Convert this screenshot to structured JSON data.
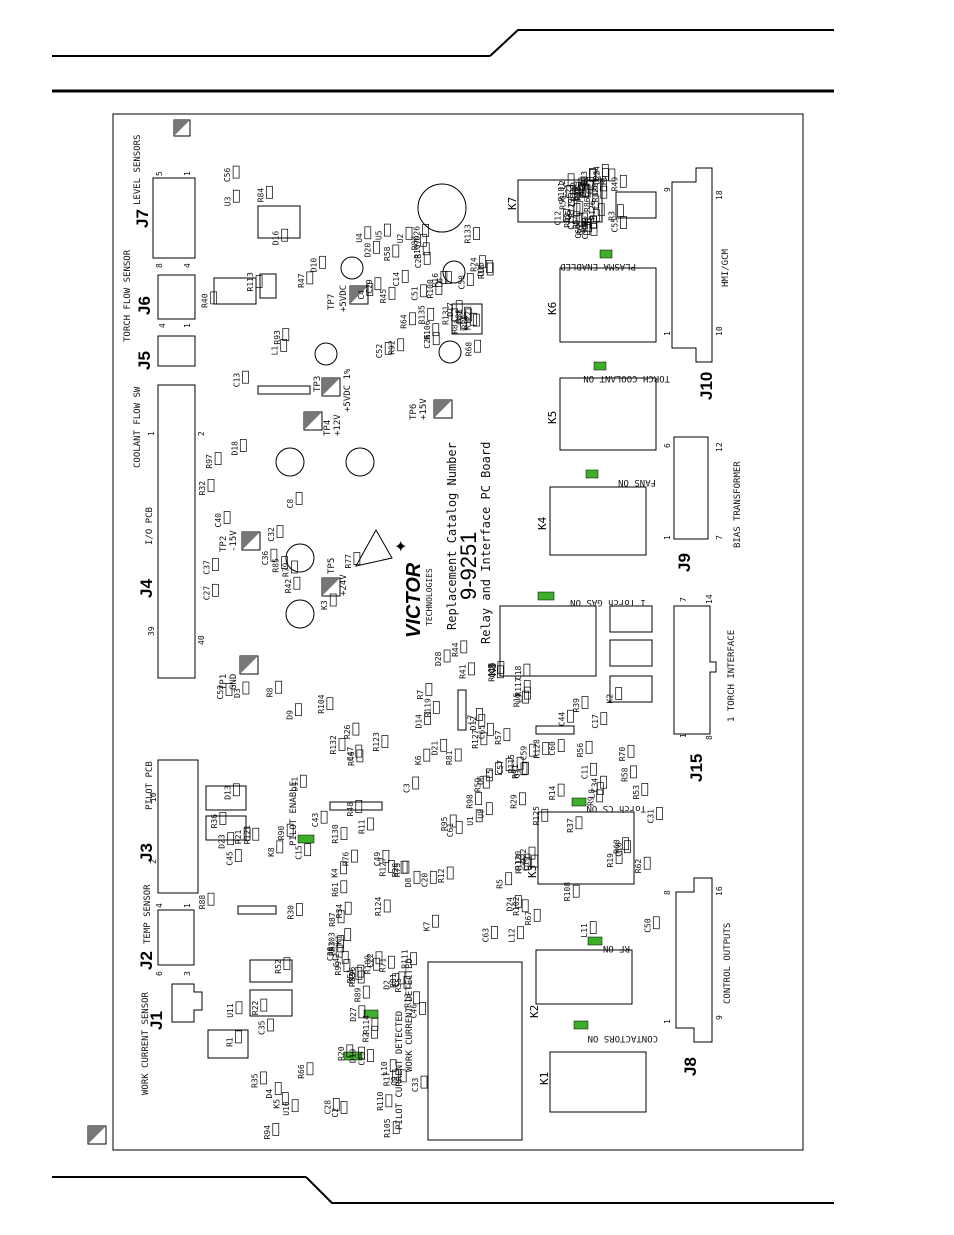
{
  "board": {
    "catalog_line1": "Replacement Catalog Number",
    "catalog_number": "9-9251",
    "catalog_line3": "Relay and Interface PC Board",
    "brand": "VICTOR",
    "brand_sub": "TECHNOLOGIES"
  },
  "connectors": {
    "j1": "J1",
    "j2": "J2",
    "j3": "J3",
    "j4": "J4",
    "j5": "J5",
    "j6": "J6",
    "j7": "J7",
    "j8": "J8",
    "j9": "J9",
    "j10": "J10",
    "j15": "J15"
  },
  "labels": {
    "work_current_sensor": "WORK CURRENT SENSOR",
    "temp_sensor": "TEMP SENSOR",
    "pilot_pcb": "PILOT PCB",
    "io_pcb": "I/O PCB",
    "coolant_flow_sw": "COOLANT FLOW SW",
    "torch_flow_sensor": "TORCH FLOW SENSOR",
    "level_sensors": "LEVEL SENSORS",
    "hmi_gcm": "HMI/GCM",
    "bias_transformer": "BIAS TRANSFORMER",
    "torch_interface": "1 TORCH INTERFACE",
    "control_outputs": "CONTROL OUTPUTS",
    "plasma_enabled": "PLASMA ENABLED",
    "torch_coolant_on": "TORCH COOLANT ON",
    "fans_on": "FANS ON",
    "torch_gas_on": "1 Torch GAS ON",
    "torch_cs_on": "Torch CS ON",
    "rf_on": "RF ON",
    "contactors_on": "CONTACTORS ON",
    "pilot_enable": "PILOT ENABLE",
    "pilot_current_detected": "PILOT CURRENT DETECTED",
    "work_current_detected": "WORK CURRENT DETECTED"
  },
  "testpoints": {
    "tp1": "TP1",
    "tp1_sig": "GND",
    "tp2": "TP2",
    "tp2_sig": "-15V",
    "tp3": "TP3",
    "tp3_sig": "+5VDC 1%",
    "tp4": "TP4",
    "tp4_sig": "+12V",
    "tp5": "TP5",
    "tp5_sig": "+24V",
    "tp6": "TP6",
    "tp6_sig": "+15V",
    "tp7": "TP7",
    "tp7_sig": "+5VDC"
  },
  "relays": {
    "k1": "K1",
    "k2": "K2",
    "k3": "K3",
    "k4": "K4",
    "k5": "K5",
    "k6": "K6",
    "k7": "K7",
    "k8": "K8"
  },
  "pins": {
    "j4_1": "1",
    "j4_2": "2",
    "j4_39": "39",
    "j4_40": "40",
    "j10_9": "9",
    "j10_18": "18",
    "j10_1": "1",
    "j10_10": "10",
    "j9_6": "6",
    "j9_12": "12",
    "j9_1": "1",
    "j9_7": "7",
    "j15_7": "7",
    "j15_14": "14",
    "j15_1": "1",
    "j15_8": "8",
    "j8_8": "8",
    "j8_16": "16",
    "j8_1": "1",
    "j8_9": "9",
    "j3_10": "10",
    "j3_2": "2",
    "j7_5": "5",
    "j7_1": "1",
    "j7_8": "8",
    "j7_4": "4",
    "j6_4": "4",
    "j6_1": "1",
    "j2_4": "4",
    "j2_1": "1",
    "j2_6": "6",
    "j2_3": "3"
  },
  "components": [
    "R85",
    "D13",
    "C51",
    "K7",
    "L8",
    "D19",
    "D25",
    "R93",
    "C47",
    "R100",
    "D28",
    "C50",
    "R99",
    "R49",
    "C36",
    "R48",
    "C52",
    "L7",
    "C11",
    "R20",
    "R25",
    "R36",
    "R35",
    "C23",
    "L5",
    "C16",
    "R34",
    "R23",
    "R97",
    "R96",
    "R18",
    "R98",
    "R108",
    "R109",
    "U9",
    "D10",
    "C35",
    "R68",
    "R67",
    "R60",
    "C49",
    "C48",
    "D18",
    "D27",
    "R92",
    "K6",
    "R9",
    "C2",
    "C5",
    "C8",
    "R1",
    "R24",
    "R7",
    "R19",
    "R17",
    "C1",
    "U3",
    "C53",
    "R106",
    "R117",
    "R39",
    "R33",
    "R101",
    "C13",
    "R123",
    "U5",
    "C41",
    "C44",
    "C22",
    "C12",
    "R8",
    "K5",
    "D17",
    "R81",
    "D24",
    "K4",
    "C21",
    "C27",
    "C15",
    "C26",
    "D6",
    "R102",
    "D2",
    "R3",
    "K8",
    "R75",
    "R135",
    "L12",
    "L11",
    "L10",
    "D1",
    "R77",
    "R76",
    "R83",
    "R59",
    "R62",
    "R63",
    "C39",
    "R47",
    "R46",
    "R45",
    "R44",
    "C31",
    "C30",
    "D5",
    "D3",
    "D4",
    "R16",
    "R15",
    "R14",
    "R13",
    "L2",
    "L1",
    "R30",
    "U2",
    "C20",
    "R37",
    "D8",
    "R38",
    "R84",
    "U11",
    "R133",
    "C65",
    "C60",
    "R81",
    "R129",
    "R130",
    "U10",
    "C58",
    "R119",
    "R118",
    "R110",
    "R112",
    "R113",
    "R111",
    "C62",
    "C61",
    "R120",
    "C46",
    "R78",
    "R79",
    "C45",
    "R80",
    "U8",
    "C34",
    "R61",
    "R65",
    "C43",
    "R66",
    "R82",
    "C59",
    "R128",
    "R103",
    "C64",
    "K3",
    "R104",
    "R107",
    "R127",
    "R125",
    "R124",
    "R126",
    "D16",
    "R88",
    "D26",
    "R116",
    "R115",
    "R114",
    "C55",
    "C56",
    "R105",
    "R122",
    "C63",
    "C57",
    "R127",
    "R128",
    "R121",
    "R132",
    "R131",
    "D14",
    "Q1",
    "R87",
    "R86",
    "R90",
    "D23",
    "D20",
    "D21",
    "R91",
    "C42",
    "R54",
    "C32",
    "R55",
    "R64",
    "D12",
    "R70",
    "R71",
    "R69",
    "C40",
    "D11",
    "R31",
    "R12",
    "R29",
    "R28",
    "R27",
    "R32",
    "R11",
    "C4",
    "U1",
    "R5",
    "R2",
    "R6",
    "R26",
    "C3",
    "C14",
    "C19",
    "R53",
    "C25",
    "R43",
    "R42",
    "R52",
    "C29",
    "R41",
    "R56",
    "C28",
    "U6",
    "R21",
    "R22",
    "L6",
    "C18",
    "L9",
    "C9",
    "C24",
    "R40",
    "R94",
    "U4",
    "R95",
    "C17",
    "R51",
    "R50",
    "C37",
    "R89",
    "D15",
    "D22",
    "K2",
    "K1",
    "U7",
    "D9",
    "C33",
    "R58",
    "R57",
    "R58"
  ]
}
